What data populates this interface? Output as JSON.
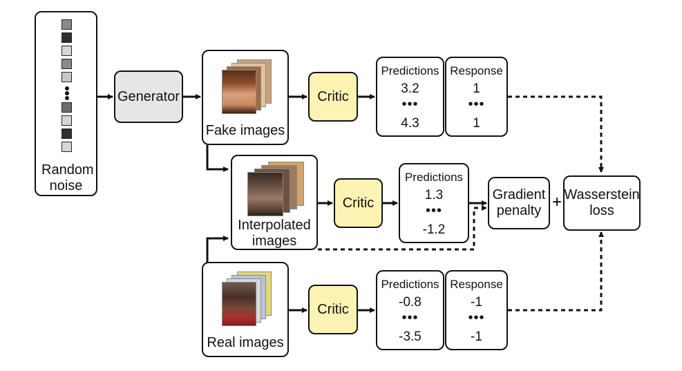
{
  "noise": {
    "label": "Random noise"
  },
  "generator": {
    "label": "Generator"
  },
  "fake": {
    "label": "Fake images"
  },
  "interp": {
    "label": "Interpolated images"
  },
  "real": {
    "label": "Real images"
  },
  "critic": {
    "label": "Critic"
  },
  "dots": "•••",
  "predictions_label": "Predictions",
  "response_label": "Response",
  "fake_pred": {
    "top": "3.2",
    "bottom": "4.3"
  },
  "fake_resp": {
    "top": "1",
    "bottom": "1"
  },
  "interp_pred": {
    "top": "1.3",
    "bottom": "-1.2"
  },
  "real_pred": {
    "top": "-0.8",
    "bottom": "-3.5"
  },
  "real_resp": {
    "top": "-1",
    "bottom": "-1"
  },
  "gp": {
    "label": "Gradient penalty"
  },
  "plus": "+",
  "wloss": {
    "label": "Wasserstein loss"
  },
  "colors": {
    "critic_fill": "#fcf3b5",
    "generator_fill": "#e6e6e6"
  }
}
